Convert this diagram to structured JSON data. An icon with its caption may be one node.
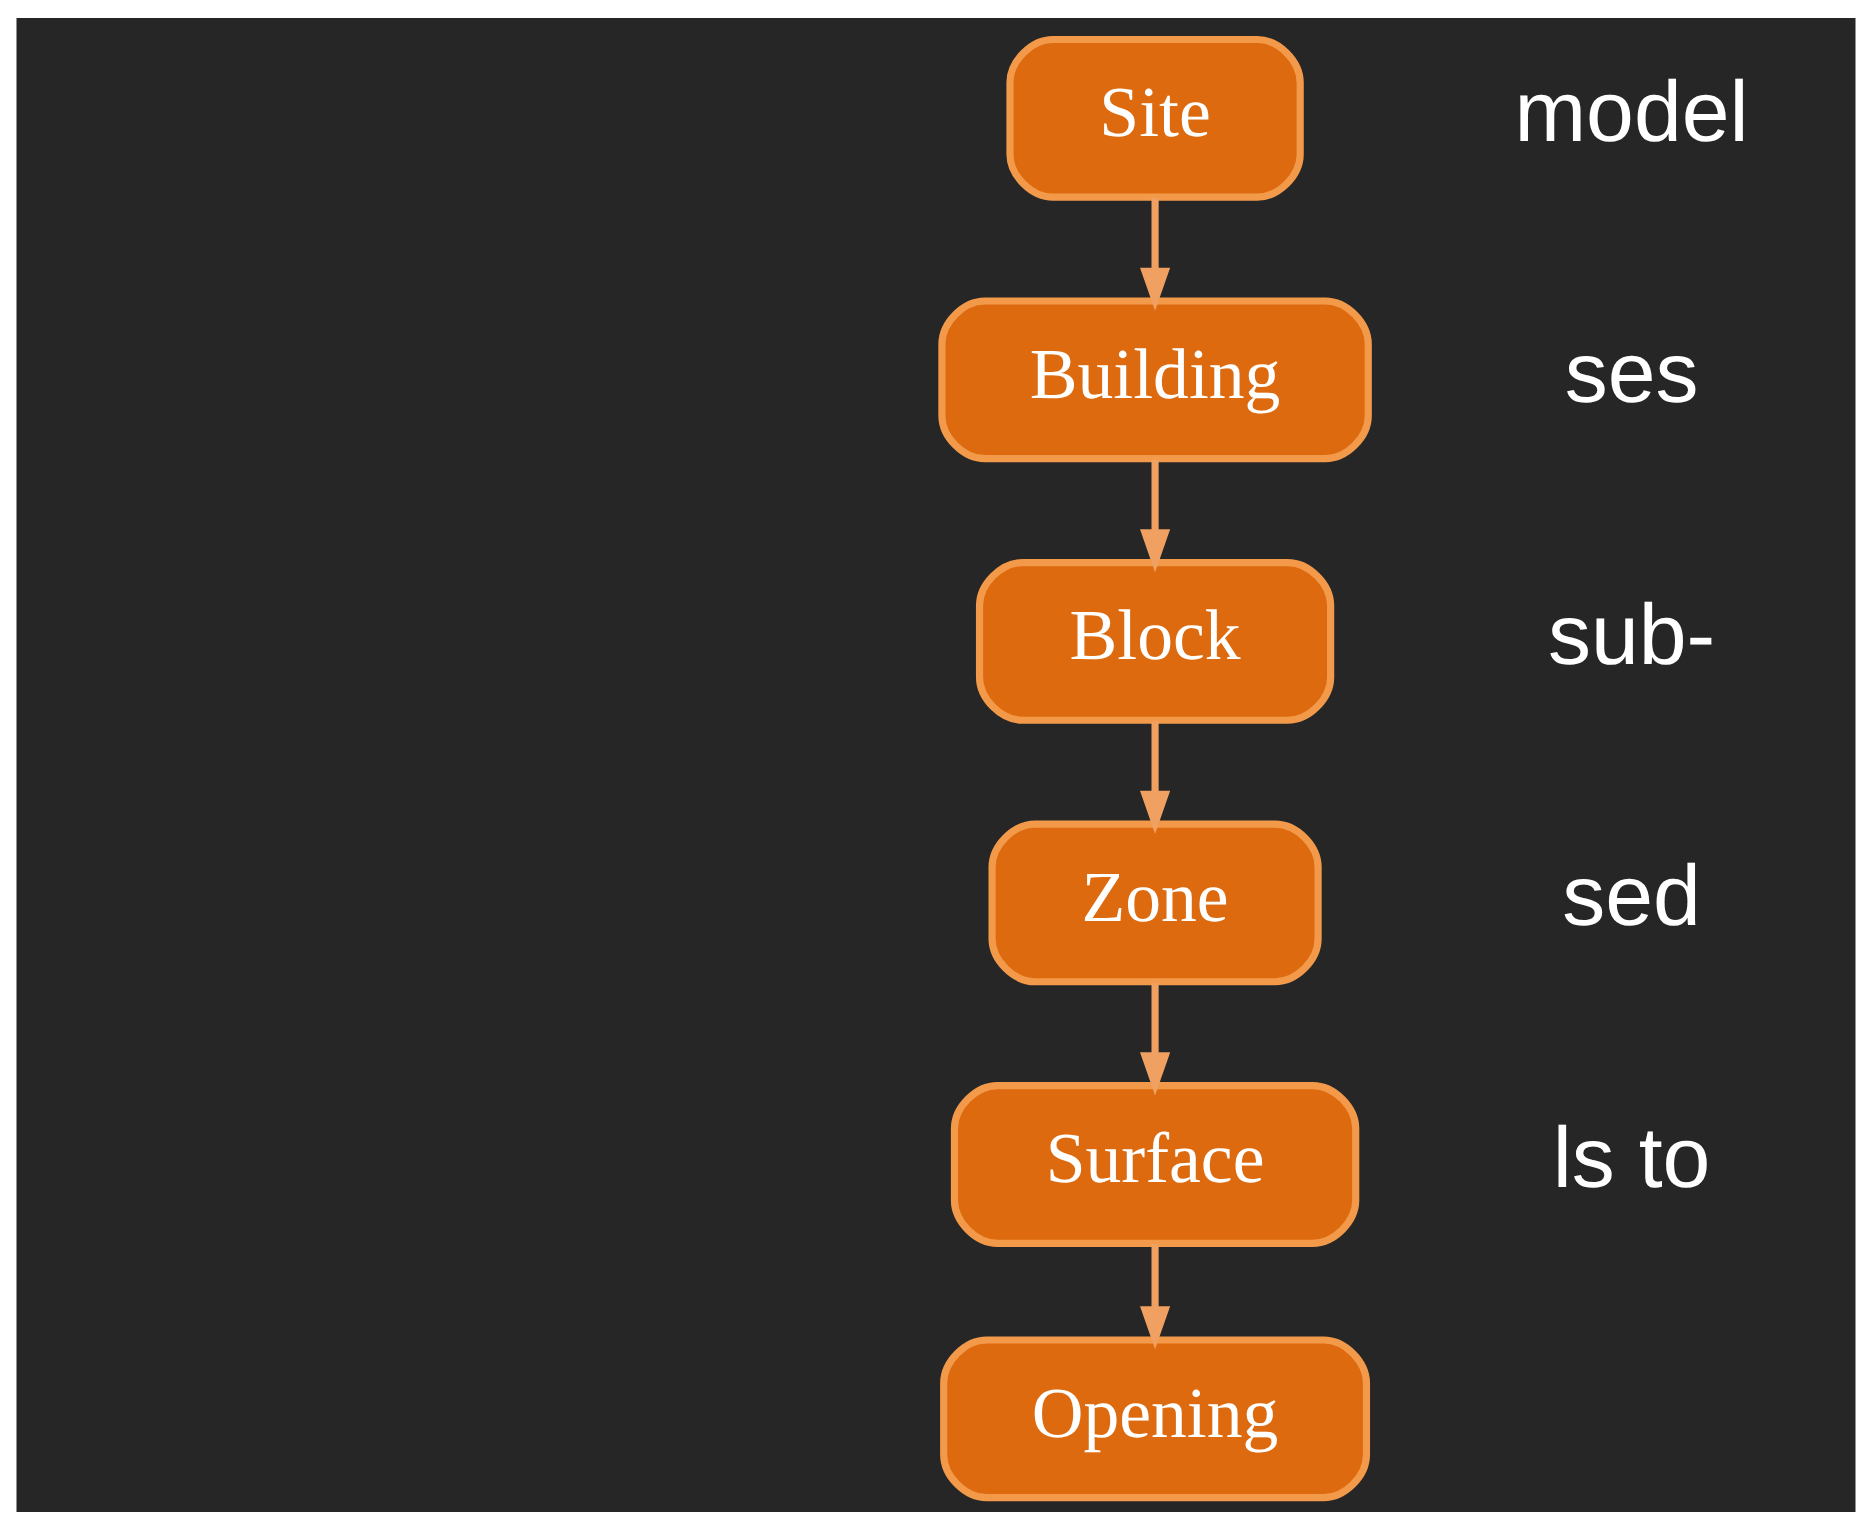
{
  "diagram": {
    "nodes": [
      {
        "text": [
          "Site"
        ]
      },
      {
        "text": [
          "Building"
        ]
      },
      {
        "text": [
          "Block"
        ]
      },
      {
        "text": [
          "Zone"
        ]
      },
      {
        "text": [
          "Surface"
        ]
      },
      {
        "text": [
          "Opening"
        ]
      }
    ],
    "edges": [
      {
        "from": 0,
        "to": 1,
        "arrow": "to"
      },
      {
        "from": 1,
        "to": 2,
        "arrow": "to"
      },
      {
        "from": 2,
        "to": 3,
        "arrow": "to"
      },
      {
        "from": 3,
        "to": 4,
        "arrow": "to"
      },
      {
        "from": 4,
        "to": 5,
        "arrow": "to"
      }
    ],
    "labels": [
      "model",
      "ses",
      "sub-",
      "sed",
      "ls to"
    ]
  }
}
